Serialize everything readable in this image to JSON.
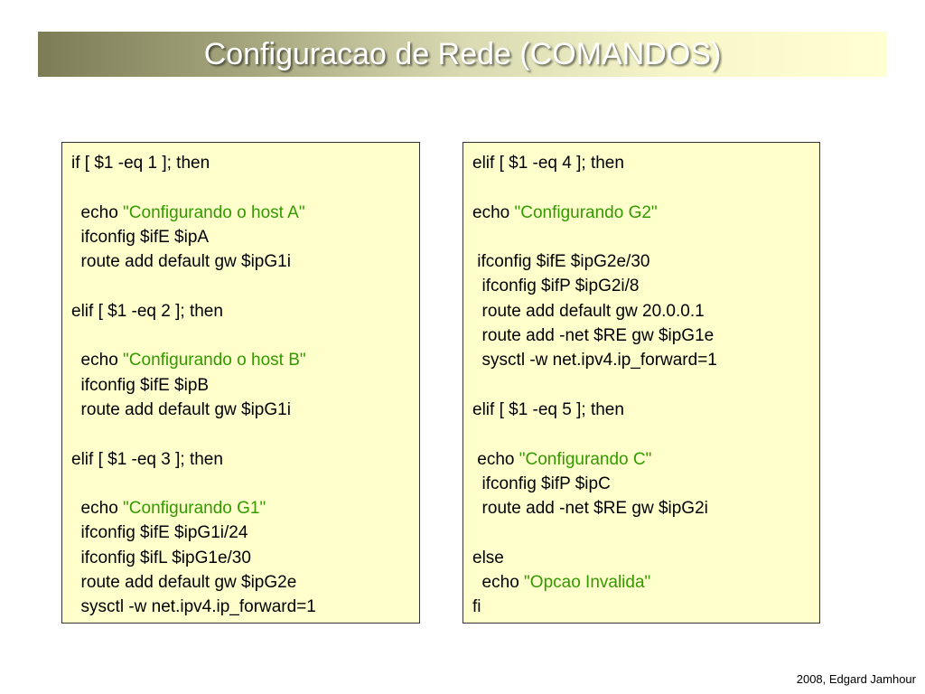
{
  "slide": {
    "title": "Configuracao de Rede (COMANDOS)",
    "footer": "2008, Edgard Jamhour"
  },
  "left_panel": {
    "lines": [
      {
        "code": "if [ $1 -eq 1 ]; then",
        "str": ""
      },
      {
        "code": "",
        "str": ""
      },
      {
        "code": "  echo ",
        "str": "\"Configurando o host A\""
      },
      {
        "code": "  ifconfig $ifE $ipA",
        "str": ""
      },
      {
        "code": "  route add default gw $ipG1i",
        "str": ""
      },
      {
        "code": "",
        "str": ""
      },
      {
        "code": "elif [ $1 -eq 2 ]; then",
        "str": ""
      },
      {
        "code": "",
        "str": ""
      },
      {
        "code": "  echo ",
        "str": "\"Configurando o host B\""
      },
      {
        "code": "  ifconfig $ifE $ipB",
        "str": ""
      },
      {
        "code": "  route add default gw $ipG1i",
        "str": ""
      },
      {
        "code": "",
        "str": ""
      },
      {
        "code": "elif [ $1 -eq 3 ]; then",
        "str": ""
      },
      {
        "code": "",
        "str": ""
      },
      {
        "code": "  echo ",
        "str": "\"Configurando G1\""
      },
      {
        "code": "  ifconfig $ifE $ipG1i/24",
        "str": ""
      },
      {
        "code": "  ifconfig $ifL $ipG1e/30",
        "str": ""
      },
      {
        "code": "  route add default gw $ipG2e",
        "str": ""
      },
      {
        "code": "  sysctl -w net.ipv4.ip_forward=1",
        "str": ""
      }
    ]
  },
  "right_panel": {
    "lines": [
      {
        "code": "elif [ $1 -eq 4 ]; then",
        "str": ""
      },
      {
        "code": "",
        "str": ""
      },
      {
        "code": "echo ",
        "str": "\"Configurando G2\""
      },
      {
        "code": "",
        "str": ""
      },
      {
        "code": " ifconfig $ifE $ipG2e/30",
        "str": ""
      },
      {
        "code": "  ifconfig $ifP $ipG2i/8",
        "str": ""
      },
      {
        "code": "  route add default gw 20.0.0.1",
        "str": ""
      },
      {
        "code": "  route add -net $RE gw $ipG1e",
        "str": ""
      },
      {
        "code": "  sysctl -w net.ipv4.ip_forward=1",
        "str": ""
      },
      {
        "code": "",
        "str": ""
      },
      {
        "code": "elif [ $1 -eq 5 ]; then",
        "str": ""
      },
      {
        "code": "",
        "str": ""
      },
      {
        "code": " echo ",
        "str": "\"Configurando C\""
      },
      {
        "code": "  ifconfig $ifP $ipC",
        "str": ""
      },
      {
        "code": "  route add -net $RE gw $ipG2i",
        "str": ""
      },
      {
        "code": "",
        "str": ""
      },
      {
        "code": "else",
        "str": ""
      },
      {
        "code": "  echo ",
        "str": "\"Opcao Invalida\""
      },
      {
        "code": "fi",
        "str": ""
      }
    ]
  },
  "colors": {
    "panel_background": "#ffffcc",
    "string_literal": "#339900",
    "title_text": "#ffffff"
  }
}
